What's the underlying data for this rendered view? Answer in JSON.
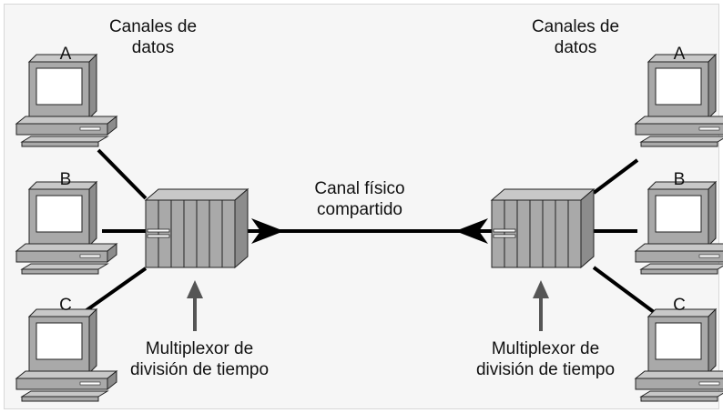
{
  "left": {
    "channels_label_line1": "Canales de",
    "channels_label_line2": "datos",
    "stations": [
      "A",
      "B",
      "C"
    ],
    "mux_label_line1": "Multiplexor de",
    "mux_label_line2": "división de tiempo"
  },
  "right": {
    "channels_label_line1": "Canales de",
    "channels_label_line2": "datos",
    "stations": [
      "A",
      "B",
      "C"
    ],
    "mux_label_line1": "Multiplexor de",
    "mux_label_line2": "división de tiempo"
  },
  "link": {
    "label_line1": "Canal físico",
    "label_line2": "compartido"
  },
  "colors": {
    "line": "#000000",
    "device_fill": "#a9a9a9",
    "device_side": "#8c8c8c",
    "device_top": "#c8c8c8",
    "screen": "#ffffff"
  },
  "icons": {
    "station": "desktop-computer-icon",
    "multiplexer": "multiplexer-rack-icon"
  }
}
